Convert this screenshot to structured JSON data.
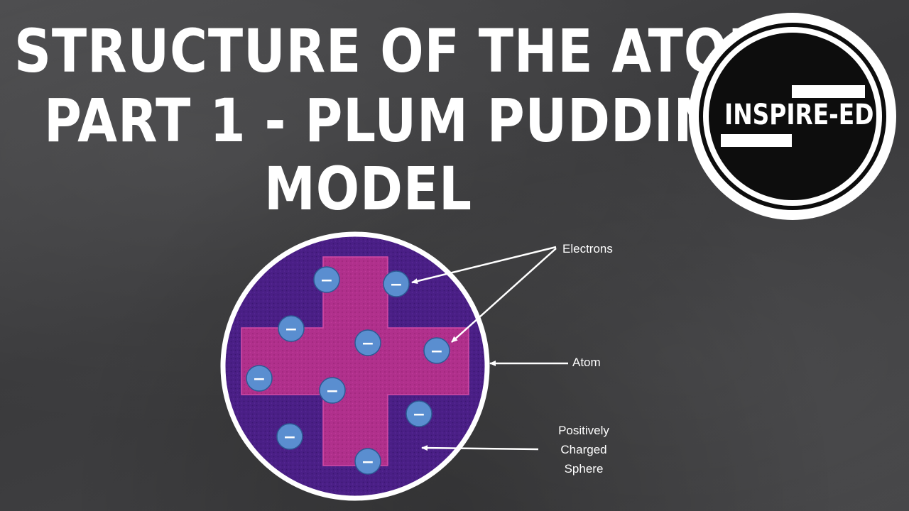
{
  "title": {
    "line1": "STRUCTURE OF THE ATOM",
    "line2": "PART 1 - PLUM PUDDING",
    "line3": "MODEL"
  },
  "logo": {
    "text": "INSPIRE-ED"
  },
  "diagram": {
    "electron_symbol": "−",
    "labels": {
      "electrons": "Electrons",
      "atom": "Atom",
      "sphere_line1": "Positively",
      "sphere_line2": "Charged",
      "sphere_line3": "Sphere"
    },
    "colors": {
      "sphere": "#4a1f86",
      "cross": "#b0308c",
      "electron": "#5a8ed0",
      "outline": "#ffffff"
    }
  }
}
